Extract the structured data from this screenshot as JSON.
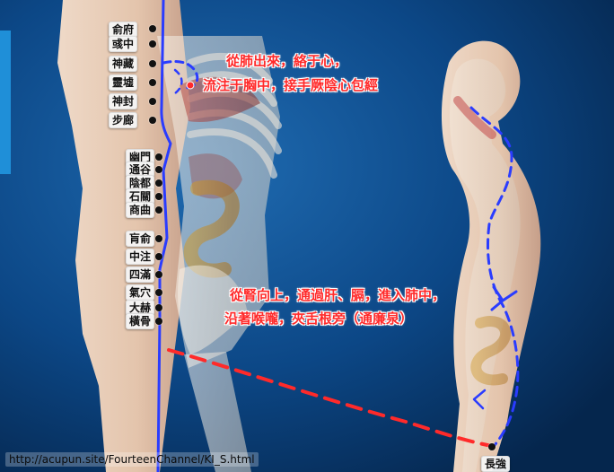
{
  "annotations": {
    "upper_line1": "從肺出來，絡于心，",
    "upper_line2": "流注于胸中，接手厥陰心包經",
    "lower_line1": "從腎向上，通過肝、膈，進入肺中，",
    "lower_line2": "沿著喉嚨，夾舌根旁（通廉泉）"
  },
  "points": {
    "left_column": [
      "俞府",
      "彧中",
      "神藏",
      "靈墟",
      "神封",
      "步廊",
      "幽門",
      "通谷",
      "陰都",
      "石關",
      "商曲",
      "肓俞",
      "中注",
      "四滿",
      "氣穴",
      "大赫",
      "橫骨"
    ],
    "right_point": "長強"
  },
  "footer": {
    "url": "http://acupun.site/FourteenChannel/KI_S.html"
  },
  "colors": {
    "background": "#0b3f7a",
    "meridian_blue": "#2a3cff",
    "connector_red": "#ff2a2a",
    "annotation_red": "#ff2a2a"
  }
}
